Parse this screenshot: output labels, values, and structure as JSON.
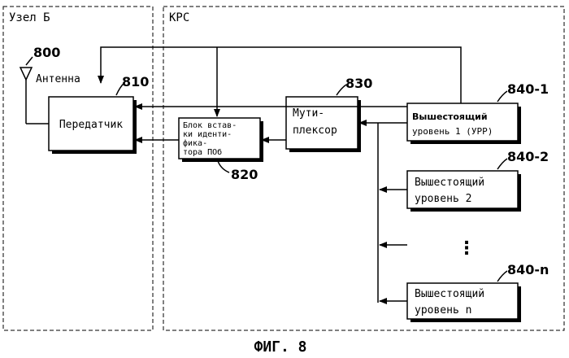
{
  "regions": {
    "node_b_label": "Узел Б",
    "rnc_label": "КРС"
  },
  "antenna": {
    "ref": "800",
    "label": "Антенна"
  },
  "transmitter": {
    "ref": "810",
    "label": "Передатчик"
  },
  "inserter": {
    "ref": "820",
    "lines": [
      "Блок встав-",
      "ки иденти-",
      "фика-",
      "тора ПОб"
    ]
  },
  "multiplexer": {
    "ref": "830",
    "lines": [
      "Мути-",
      "плексор"
    ]
  },
  "upper1": {
    "ref": "840-1",
    "lines": [
      "Вышестоящий",
      "уровень 1 (УРР)"
    ]
  },
  "upper2": {
    "ref": "840-2",
    "lines": [
      "Вышестоящий",
      "уровень 2"
    ]
  },
  "uppern": {
    "ref": "840-n",
    "lines": [
      "Вышестоящий",
      "уровень n"
    ]
  },
  "ellipsis": "⋮",
  "caption": "ФИГ. 8"
}
